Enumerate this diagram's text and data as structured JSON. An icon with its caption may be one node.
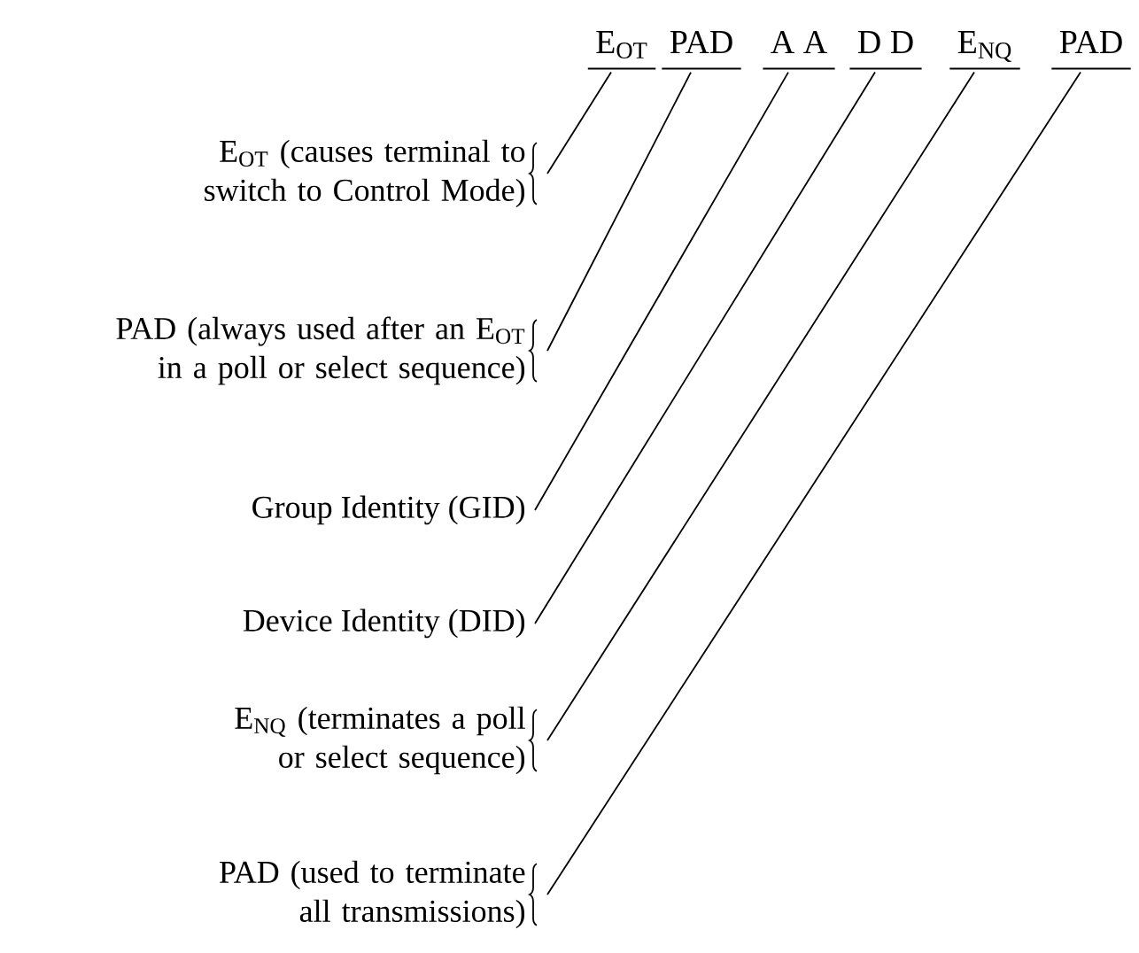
{
  "diagram": {
    "nodes": [
      {
        "text": [
          "E$_{OT}$"
        ]
      },
      {
        "text": [
          "PAD"
        ]
      },
      {
        "text": [
          "A A"
        ]
      },
      {
        "text": [
          "D D"
        ]
      },
      {
        "text": [
          "E$_{NQ}$"
        ]
      },
      {
        "text": [
          "PAD"
        ]
      },
      {
        "text": [
          "E$_{OT}$ (causes terminal to switch to Control Mode)"
        ]
      },
      {
        "text": [
          "PAD (always used after an E$_{OT}$ in a poll or select sequence)"
        ]
      },
      {
        "text": [
          "Group Identity (GID)"
        ]
      },
      {
        "text": [
          "Device Identity (DID)"
        ]
      },
      {
        "text": [
          "E$_{NQ}$ (terminates a poll or select sequence)"
        ]
      },
      {
        "text": [
          "PAD (used to terminate all transmissions)"
        ]
      }
    ],
    "edges": [
      {
        "from": 0,
        "to": 6,
        "arrow": "none"
      },
      {
        "from": 1,
        "to": 7,
        "arrow": "none"
      },
      {
        "from": 2,
        "to": 8,
        "arrow": "none"
      },
      {
        "from": 3,
        "to": 9,
        "arrow": "none"
      },
      {
        "from": 4,
        "to": 10,
        "arrow": "none"
      },
      {
        "from": 5,
        "to": 11,
        "arrow": "none"
      }
    ]
  }
}
